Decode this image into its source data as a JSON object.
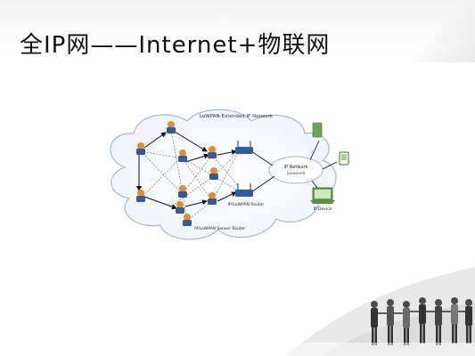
{
  "slide": {
    "title": "全IP网——Internet+物联网"
  },
  "diagram": {
    "cloud_label": "LoWPAN-Extended IP Network",
    "ip_network_label": "IP Network",
    "ip_network_sublabel": "(powered)",
    "border_router_label": "IP/LoWPAN Router",
    "sensor_router_label": "IP/LoWPAN Sensor Router",
    "ip_device_label": "IP Device",
    "colors": {
      "cloud_stroke": "#a8b8cc",
      "node_blue": "#2f5aa6",
      "node_orange": "#f08a1c",
      "device_green": "#6aa84f"
    }
  }
}
